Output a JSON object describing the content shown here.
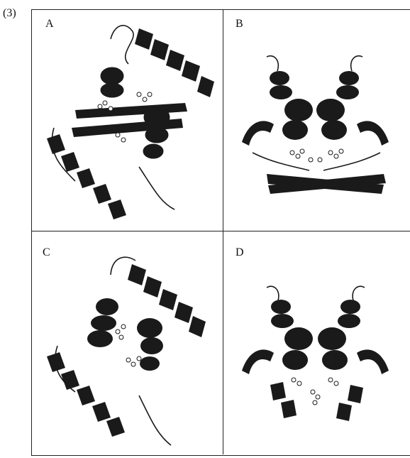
{
  "figure": {
    "number_label": "(3)",
    "panels": [
      {
        "id": "a",
        "label": "A"
      },
      {
        "id": "b",
        "label": "B"
      },
      {
        "id": "c",
        "label": "C"
      },
      {
        "id": "d",
        "label": "D"
      }
    ]
  },
  "colors": {
    "ink": "#1a1a1a",
    "frame": "#222222",
    "background": "#ffffff"
  }
}
